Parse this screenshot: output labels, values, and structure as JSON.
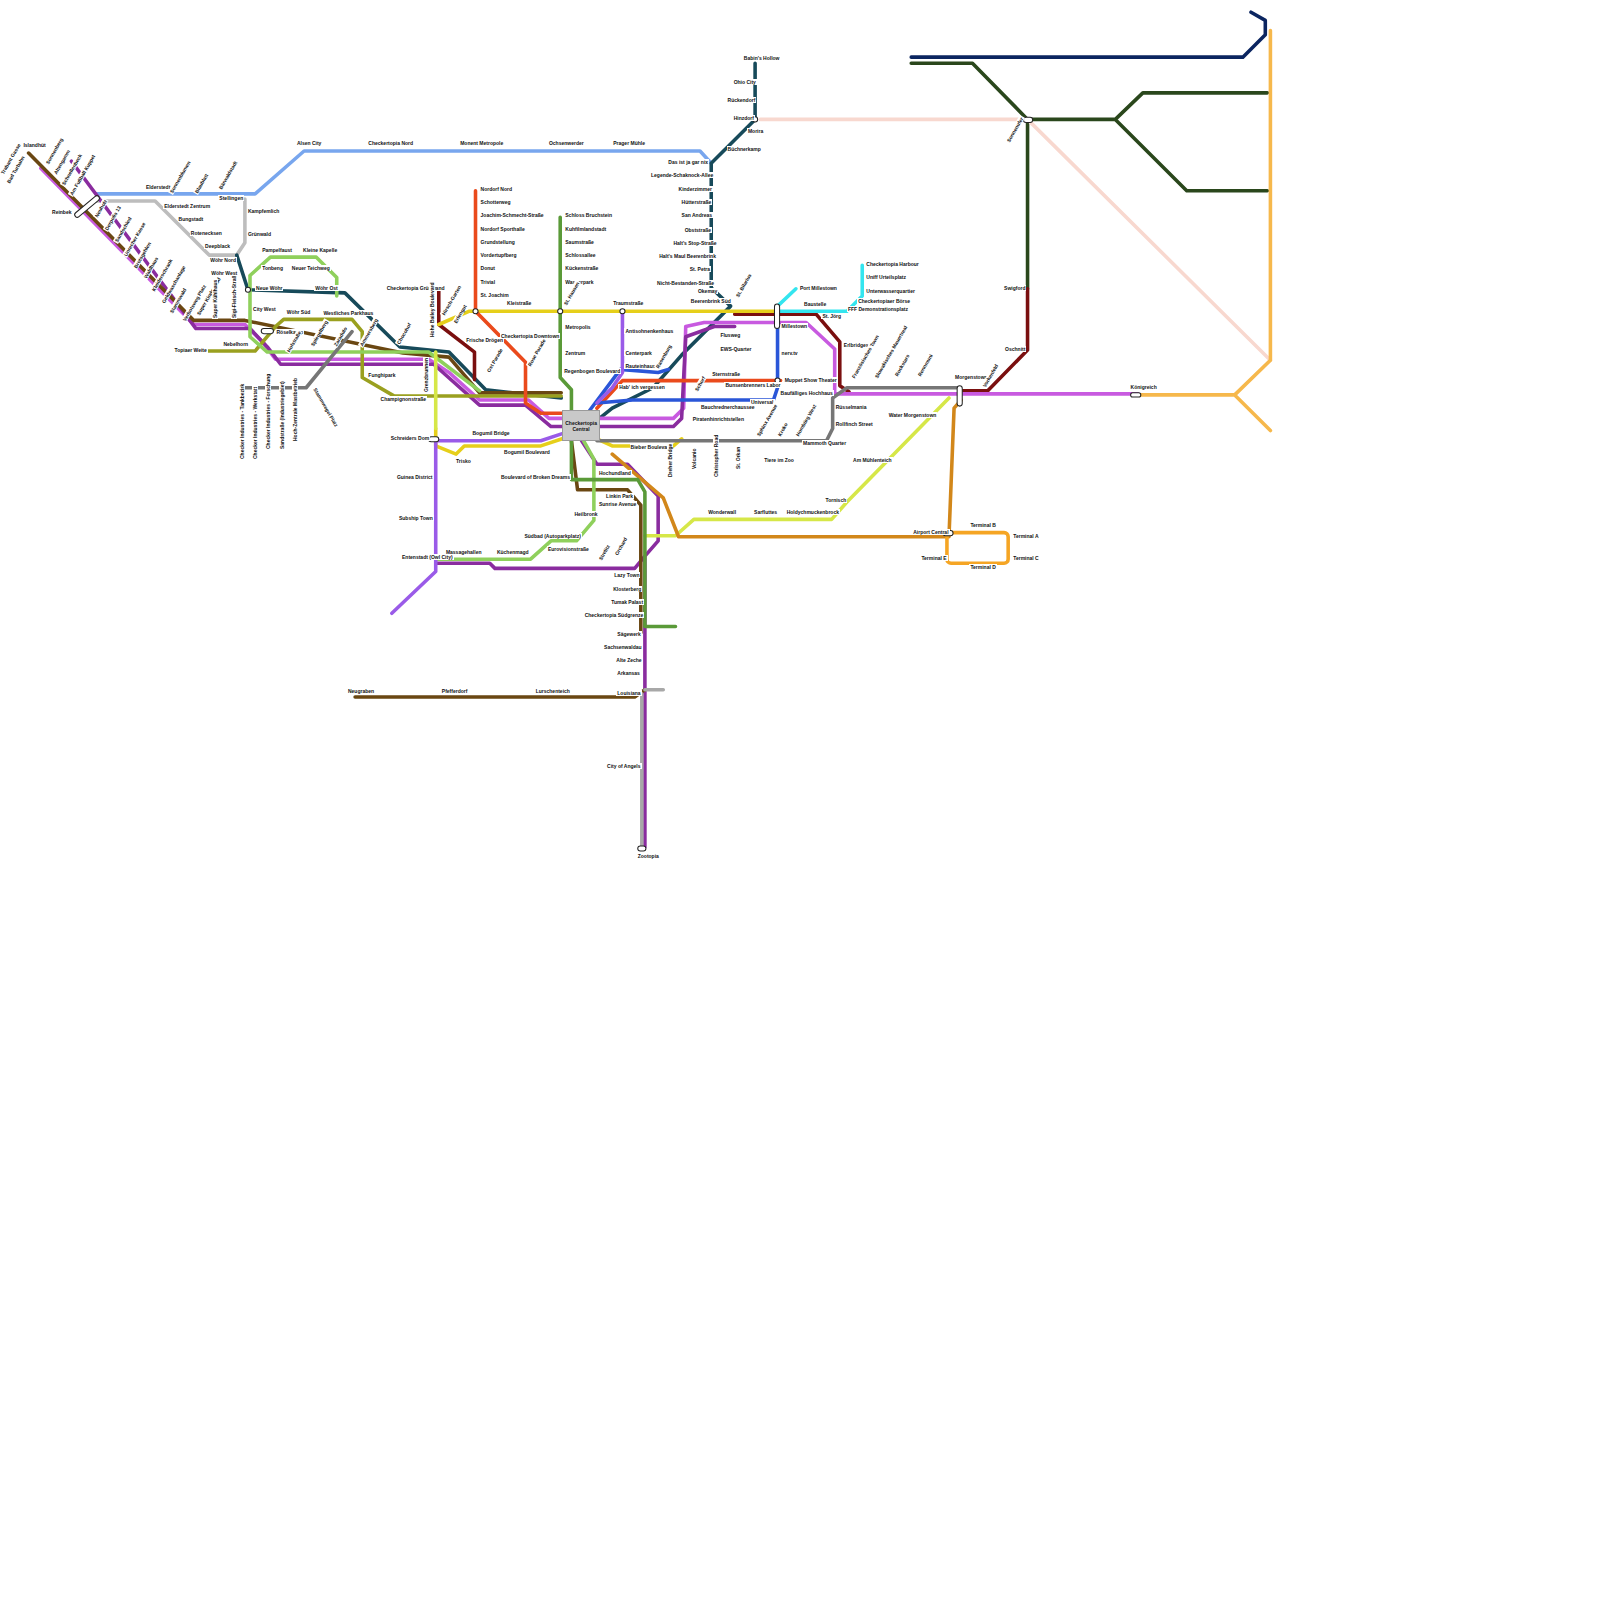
{
  "diagram": {
    "nodes": [
      {
        "text": [
          "Checkertopia Central"
        ]
      }
    ],
    "labels": [
      "Islandhüt",
      "Trabant Gasse",
      "Bad Turbahn",
      "Sonnenberg",
      "Altengamm",
      "Schnellenbeck",
      "Am Fußball Kuppel",
      "Reinbek",
      "Neuholz",
      "Derpolis 13",
      "Sandschied",
      "Unrecher Kasse",
      "Brotsgehlen",
      "Waldhaus",
      "Kleiderschrank",
      "Geldwaschanlage",
      "Stammwald",
      "Verbotsweg Platz",
      "Super Kinderwald",
      "Super Kühlhaus",
      "Sigi-Fleisch-Straße",
      "Alsen City",
      "Checkertopia Nord",
      "Monent Metropole",
      "Ochsenwerder",
      "Prager Mühle",
      "Elderstedt",
      "Sonnenblumen",
      "Blaublatt",
      "Bärwaldstadt",
      "Stellingen",
      "Elderstedt Zentrum",
      "Bungstadt",
      "Rotenecksen",
      "Deepblack",
      "Wöhr Nord",
      "Wöhr West",
      "Neue Wöhr",
      "Kampfemlich",
      "Grünwald",
      "Pampelfaust",
      "Kleine Kapelle",
      "Tonbeng",
      "Neuer Teichweg",
      "Wöhr Ost",
      "City West",
      "Wöhr Süd",
      "Westliches Parkhaus",
      "Röselkamp",
      "Topiaer Weite",
      "Nebelhorn",
      "Hofstraße",
      "Spiegelberg",
      "Zaradulo",
      "Ammersberg",
      "Chocohof",
      "Checkertopia Grünwand",
      "Hohe Bailey Boulevard",
      "Hirsch-Garten",
      "Erlengut",
      "Frische Drögen",
      "Funghipark",
      "Champignonstraße",
      "Grenzbrunnen",
      "Checker Industries - Tankbezirk",
      "Checker Industries - Werkstatt",
      "Checker Industries - Forschung",
      "Sandstraße (Industriegebiet)",
      "Hoch-Zentrale Mastbetrieb",
      "Stammwegel Platz",
      "Schreiders Dom",
      "Guinea District",
      "Subship Town",
      "Entenstadt (Owl City)",
      "Massagehallen",
      "Küchenmagd",
      "Bogumil Bridge",
      "Bogumil Boulevard",
      "Trisko",
      "Nordorf Nord",
      "Schotterweg",
      "Joachim-Schmecht-Straße",
      "Nordorf Sporthalle",
      "Grundstellung",
      "Vordertupfberg",
      "Donut",
      "Trivial",
      "St. Joachim",
      "Checkertopia Downtown",
      "Kleistraße",
      "Ost Parade",
      "Rose Parade",
      "Schloss Bruchstein",
      "Kuhfilmlandstadt",
      "Saumstraße",
      "Schlossallee",
      "Kückenstraße",
      "Wasserpark",
      "St. Hausen",
      "Metropolis",
      "Zentrum",
      "Regenbogen Boulevard",
      "Traumstraße",
      "Antisohnenkenhaus",
      "Centerpark",
      "Rauteinhaus",
      "Hab' ich vergessen",
      "Rasenburg",
      "Sternstraße",
      "Bunsenbrenners Labor",
      "Bauchrednerchaussee",
      "Universal",
      "Baufälliges Hochhaus",
      "Muppet Show Theater",
      "nerv.tv",
      "Millestown",
      "Piratenhinrichtstellen",
      "Schorf",
      "Bieber Boulevard",
      "Dreher Bridge",
      "Volcanio",
      "Christopher Road",
      "St. Orkan",
      "Tiere im Zoo",
      "Sphinx Avenue",
      "Kroko",
      "Hombürg West",
      "Mammoth Quarter",
      "Rüsselmania",
      "Rollfinch Street",
      "Babin's Hollow",
      "Ohio City",
      "Rückendorf",
      "Hinzdorf",
      "Morira",
      "Büchnerkamp",
      "Das ist ja gar nix",
      "Legende-Schaknock-Allee",
      "Kinderzimmer",
      "Hütterstraße",
      "San Andreas",
      "Obststraße",
      "Halt's Stop-Straße",
      "Halt's Maul Beerenbrink",
      "St. Petra",
      "Nicht-Bestanden-Straße",
      "Okemay",
      "Beerenbrink Süd",
      "St. Bilarius",
      "Flusweg",
      "EWS-Quarter",
      "Port Millestown",
      "Baustelle",
      "St. Jörg",
      "Checkertopia Harbour",
      "Uniff Urteilsplatz",
      "Unterwasserquartier",
      "Checkertopiaer Börse",
      "FFF Demonstrationsplatz",
      "Erlbridges",
      "Französisches Town",
      "Slowakisches Mauertreal",
      "Rockstars",
      "Rennmuni",
      "Morgenstown",
      "Vorkenfeld",
      "Königreich",
      "Water Morgenstown",
      "Am Mühlenteich",
      "Tornisch",
      "Wonderwall",
      "Sarfluttes",
      "Holdychmuckenbrock",
      "Airport Central",
      "Terminal B",
      "Terminal A",
      "Terminal C",
      "Terminal D",
      "Terminal E",
      "Swigford",
      "Oschnitt",
      "Sonnenufer",
      "Boulevard of Broken Dreams",
      "Hochundland",
      "Linkin Park",
      "Sunrise Avenue",
      "Heilbronk",
      "Südbad (Autoparkplatz)",
      "Eurovisionstraße",
      "Strelitz",
      "Orchard",
      "Lazy Town",
      "Klosterberg",
      "Tumak Palast",
      "Checkertopia Südgrenze",
      "Sägewerk",
      "Sachsenwaldau",
      "Alte Zeche",
      "Arkansas",
      "Louisiana",
      "City of Angels",
      "Zootopia",
      "Neugraben",
      "Pfefferdorf",
      "Lurschenteich"
    ]
  }
}
